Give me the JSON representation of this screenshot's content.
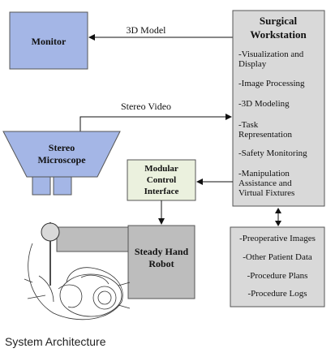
{
  "monitor": {
    "label": "Monitor"
  },
  "workstation": {
    "title_line1": "Surgical",
    "title_line2": "Workstation",
    "items": [
      [
        "-Visualization and",
        "Display"
      ],
      [
        "-Image Processing"
      ],
      [
        "-3D Modeling"
      ],
      [
        "-Task",
        "Representation"
      ],
      [
        "-Safety Monitoring"
      ],
      [
        "-Manipulation",
        "Assistance and",
        "Virtual Fixtures"
      ]
    ]
  },
  "edges": {
    "model_3d": "3D Model",
    "stereo_video": "Stereo Video"
  },
  "microscope": {
    "line1": "Stereo",
    "line2": "Microscope"
  },
  "control_interface": {
    "line1": "Modular",
    "line2": "Control",
    "line3": "Interface"
  },
  "robot": {
    "line1": "Steady Hand",
    "line2": "Robot"
  },
  "data_store": {
    "items": [
      "-Preoperative Images",
      "-Other Patient Data",
      "-Procedure Plans",
      "-Procedure Logs"
    ]
  },
  "caption": "System Architecture",
  "colors": {
    "monitor_fill": "#a4b6e6",
    "workstation_fill": "#d9d9d9",
    "microscope_fill": "#a4b6e6",
    "control_fill": "#ebf1de",
    "robot_fill": "#bdbdbd",
    "store_fill": "#d9d9d9"
  }
}
